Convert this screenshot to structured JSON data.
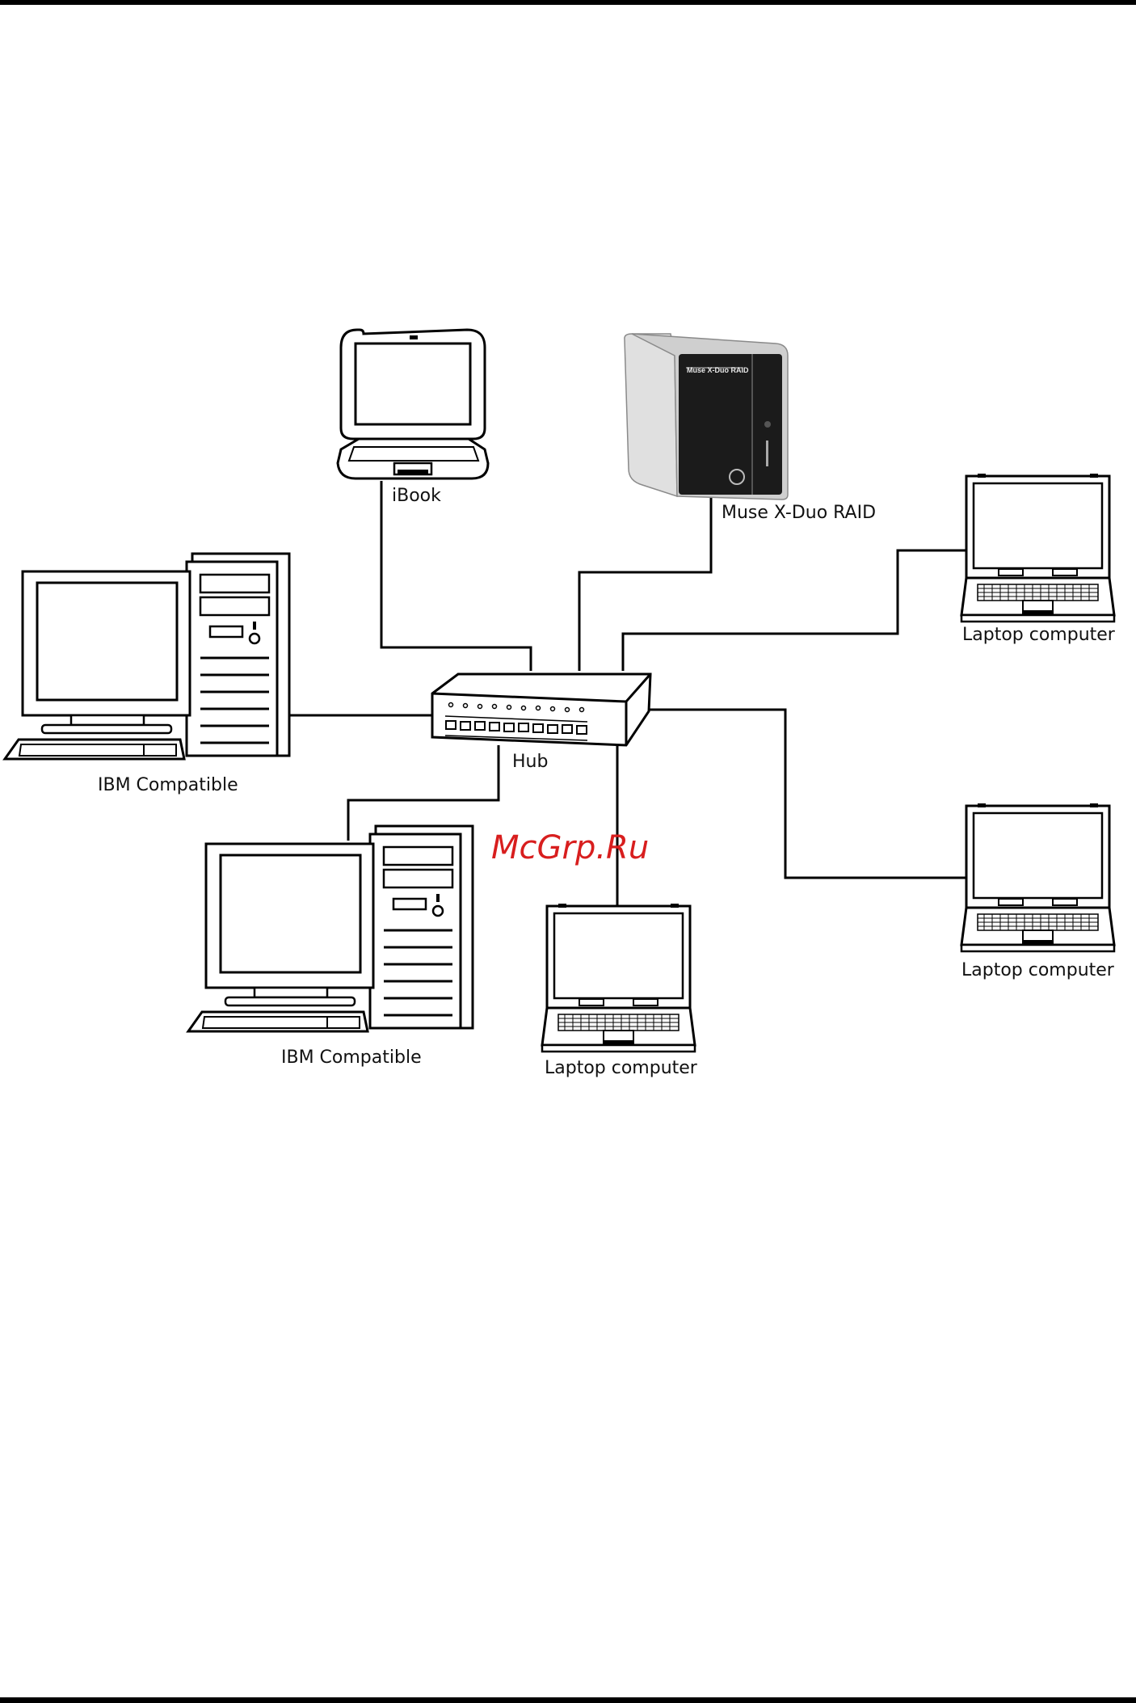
{
  "labels": {
    "ibook": "iBook",
    "raid": "Muse X-Duo RAID",
    "laptop_top_right": "Laptop computer",
    "ibm_left": "IBM Compatible",
    "hub": "Hub",
    "laptop_right": "Laptop computer",
    "ibm_bottom": "IBM Compatible",
    "laptop_bottom": "Laptop computer"
  },
  "raid_device": {
    "brand_text": "Muse X-Duo RAID"
  },
  "watermark": "McGrp.Ru",
  "colors": {
    "line": "#000000",
    "watermark": "#d81e1e",
    "raid_face": "#1b1b1b",
    "raid_shell": "#d9d9d9"
  }
}
